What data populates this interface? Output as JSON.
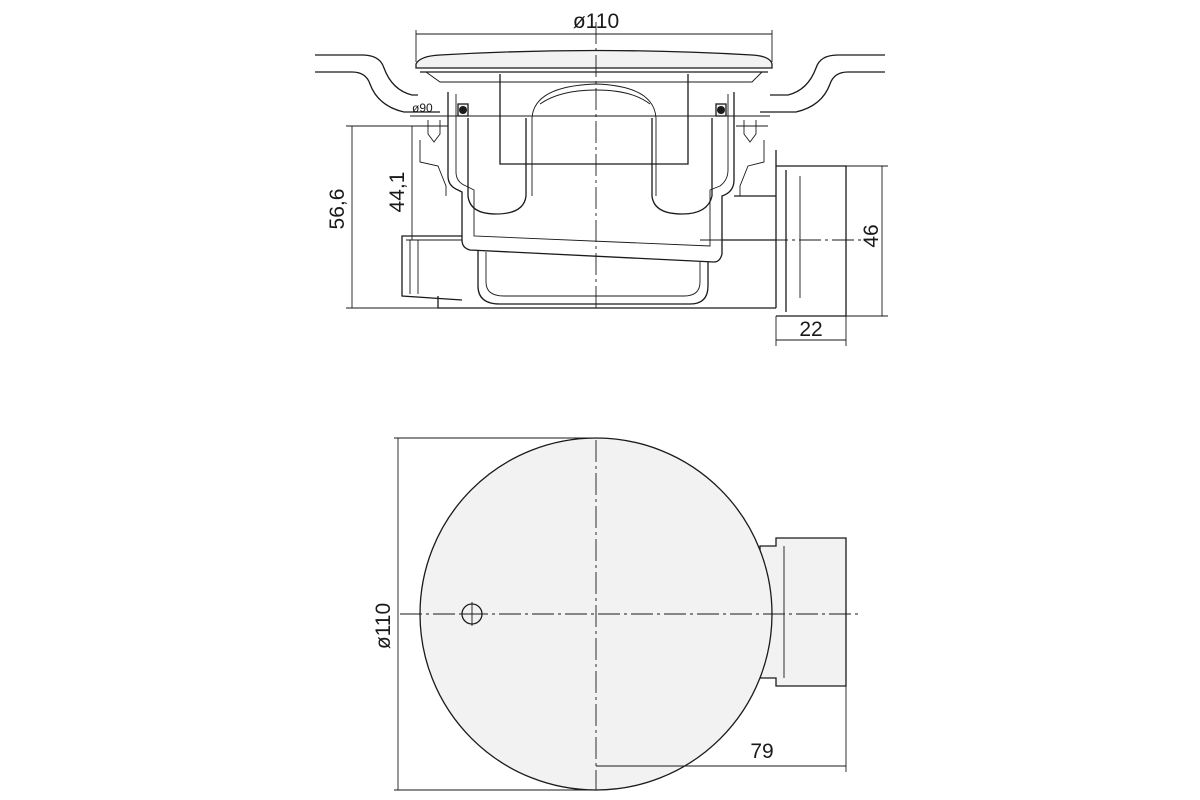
{
  "drawing": {
    "side_view": {
      "cover_diameter": "ø110",
      "seal_diameter": "ø90",
      "height_total": "56,6",
      "height_outlet": "44,1",
      "outlet_diameter": "46",
      "outlet_length": "22"
    },
    "top_view": {
      "body_diameter": "ø110",
      "outlet_offset": "79"
    }
  },
  "colors": {
    "line": "#1a1a1a",
    "fill": "#f2f2f2",
    "background": "#ffffff"
  }
}
